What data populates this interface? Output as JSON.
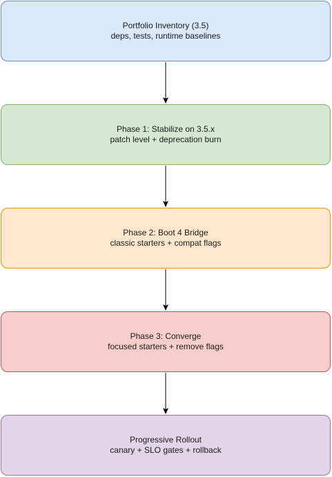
{
  "diagram": {
    "nodes": [
      {
        "id": "inventory",
        "title": "Portfolio Inventory (3.5)",
        "subtitle": "deps, tests, runtime baselines",
        "fill": "#dae8fc",
        "stroke": "#6c8ebf"
      },
      {
        "id": "phase1",
        "title": "Phase 1: Stabilize on 3.5.x",
        "subtitle": "patch level + deprecation burn",
        "fill": "#d5e8d4",
        "stroke": "#82b366"
      },
      {
        "id": "phase2",
        "title": "Phase 2: Boot 4 Bridge",
        "subtitle": "classic starters + compat flags",
        "fill": "#ffe6cc",
        "stroke": "#d79b00"
      },
      {
        "id": "phase3",
        "title": "Phase 3: Converge",
        "subtitle": "focused starters + remove flags",
        "fill": "#f8cecc",
        "stroke": "#b85450"
      },
      {
        "id": "rollout",
        "title": "Progressive Rollout",
        "subtitle": "canary + SLO gates + rollback",
        "fill": "#e1d5e7",
        "stroke": "#9673a6"
      }
    ],
    "edges": [
      {
        "from": "inventory",
        "to": "phase1"
      },
      {
        "from": "phase1",
        "to": "phase2"
      },
      {
        "from": "phase2",
        "to": "phase3"
      },
      {
        "from": "phase3",
        "to": "rollout"
      }
    ],
    "edge_color": "#000000"
  }
}
